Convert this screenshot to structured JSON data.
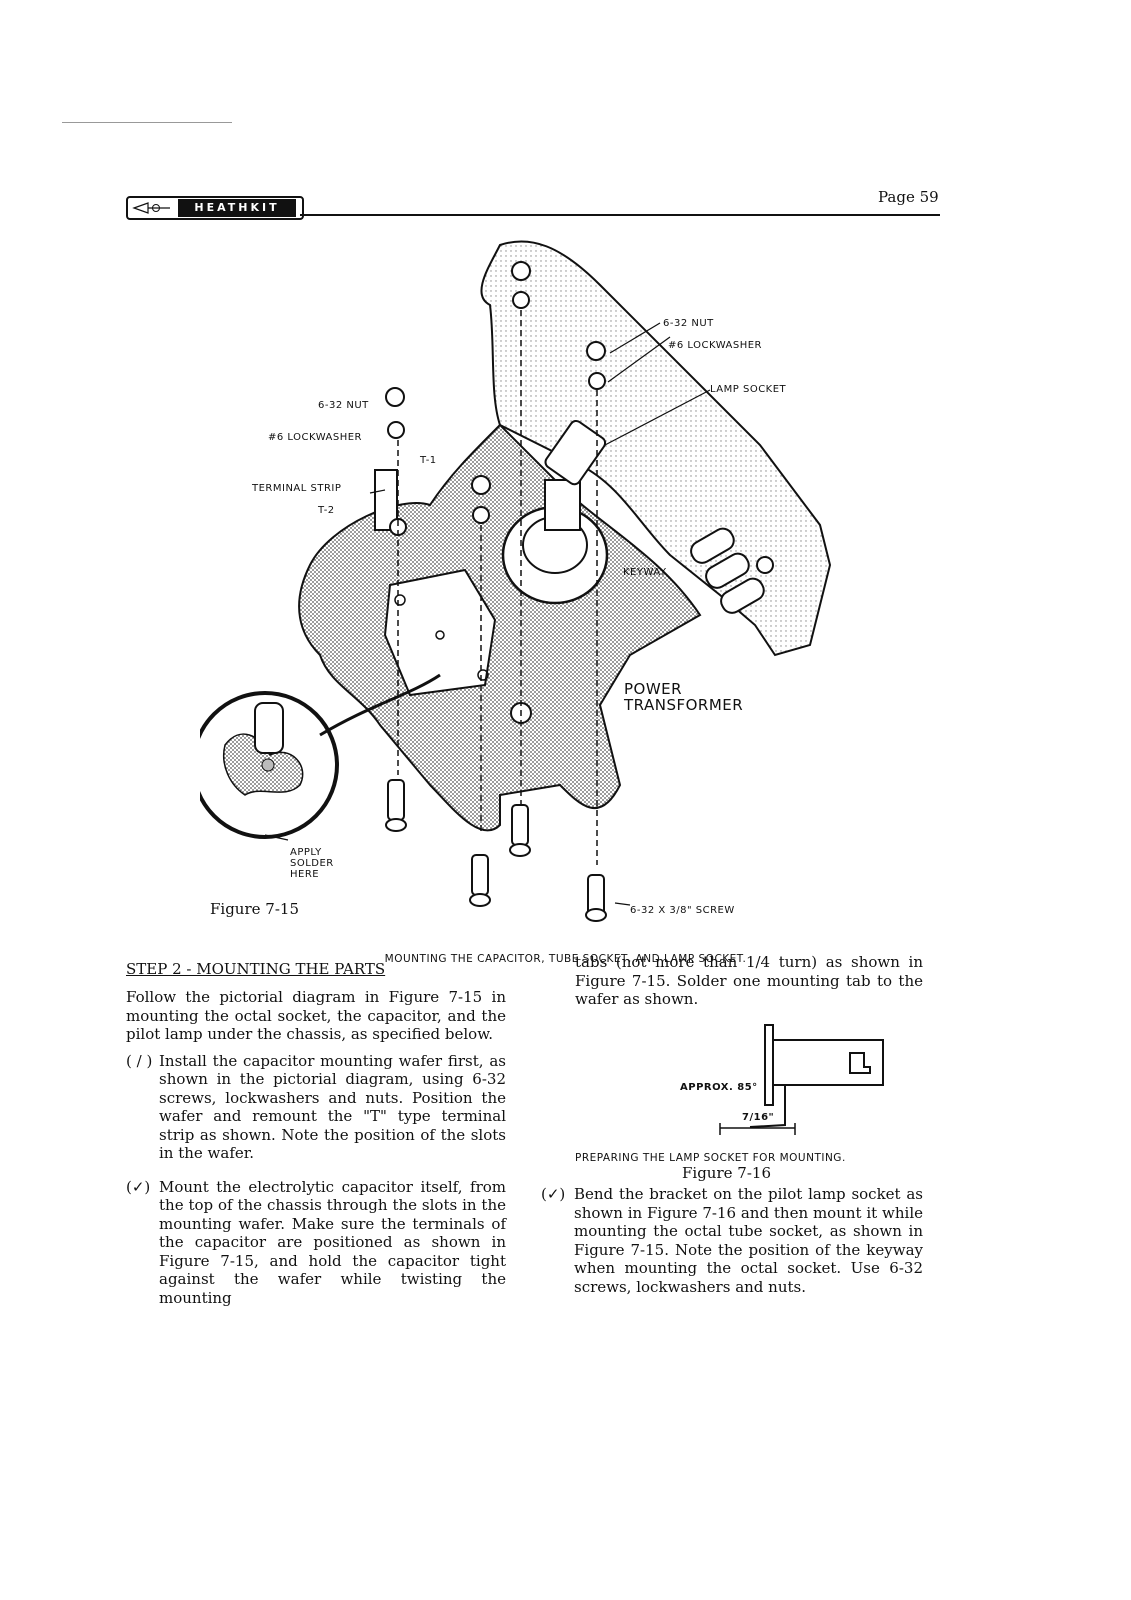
{
  "header": {
    "logo_text": "HEATHKIT",
    "page_number": "Page 59"
  },
  "figure_7_15": {
    "labels": {
      "nut_left": "6-32 NUT",
      "lockwasher_left": "#6 LOCKWASHER",
      "terminal_strip": "TERMINAL STRIP",
      "t1": "T-1",
      "t2": "T-2",
      "nut_right": "6-32 NUT",
      "lockwasher_right": "#6 LOCKWASHER",
      "lamp_socket": "LAMP SOCKET",
      "keyway": "KEYWAY",
      "power": "POWER",
      "transformer": "TRANSFORMER",
      "apply": "APPLY",
      "solder": "SOLDER",
      "here": "HERE",
      "screw": "6-32 X 3/8\" SCREW"
    },
    "figure_label": "Figure 7-15",
    "caption": "MOUNTING THE CAPACITOR, TUBE SOCKET, AND LAMP SOCKET."
  },
  "step": {
    "title": "STEP 2 - MOUNTING THE PARTS",
    "intro": "Follow the pictorial diagram in Figure 7-15 in mounting the octal socket, the capacitor, and the pilot lamp under the chassis, as specified below.",
    "item1_mark": "( / )",
    "item1": "Install the capacitor mounting wafer first, as shown in the pictorial diagram, using 6-32 screws, lockwashers and nuts. Position the wafer and remount the \"T\" type terminal strip as shown. Note the position of the slots in the wafer.",
    "item2_mark": "(✓)",
    "item2": "Mount the electrolytic capacitor itself, from the top of the chassis through the slots in the mounting wafer. Make sure the terminals of the capacitor are positioned as shown in Figure 7-15, and hold the capacitor tight against the wafer while twisting the mounting",
    "item2_cont": "tabs (not more than 1/4 turn) as shown in Figure 7-15. Solder one mounting tab to the wafer as shown.",
    "item3_mark": "(✓)",
    "item3": "Bend the bracket on the pilot lamp socket as shown in Figure 7-16 and then mount it while mounting the octal tube socket, as shown in Figure 7-15. Note the position of the keyway when mounting the octal socket. Use 6-32 screws, lockwashers and nuts."
  },
  "figure_7_16": {
    "approx_label": "APPROX. 85°",
    "dimension": "7/16\"",
    "caption": "PREPARING THE LAMP SOCKET FOR MOUNTING.",
    "figure_label": "Figure 7-16"
  }
}
